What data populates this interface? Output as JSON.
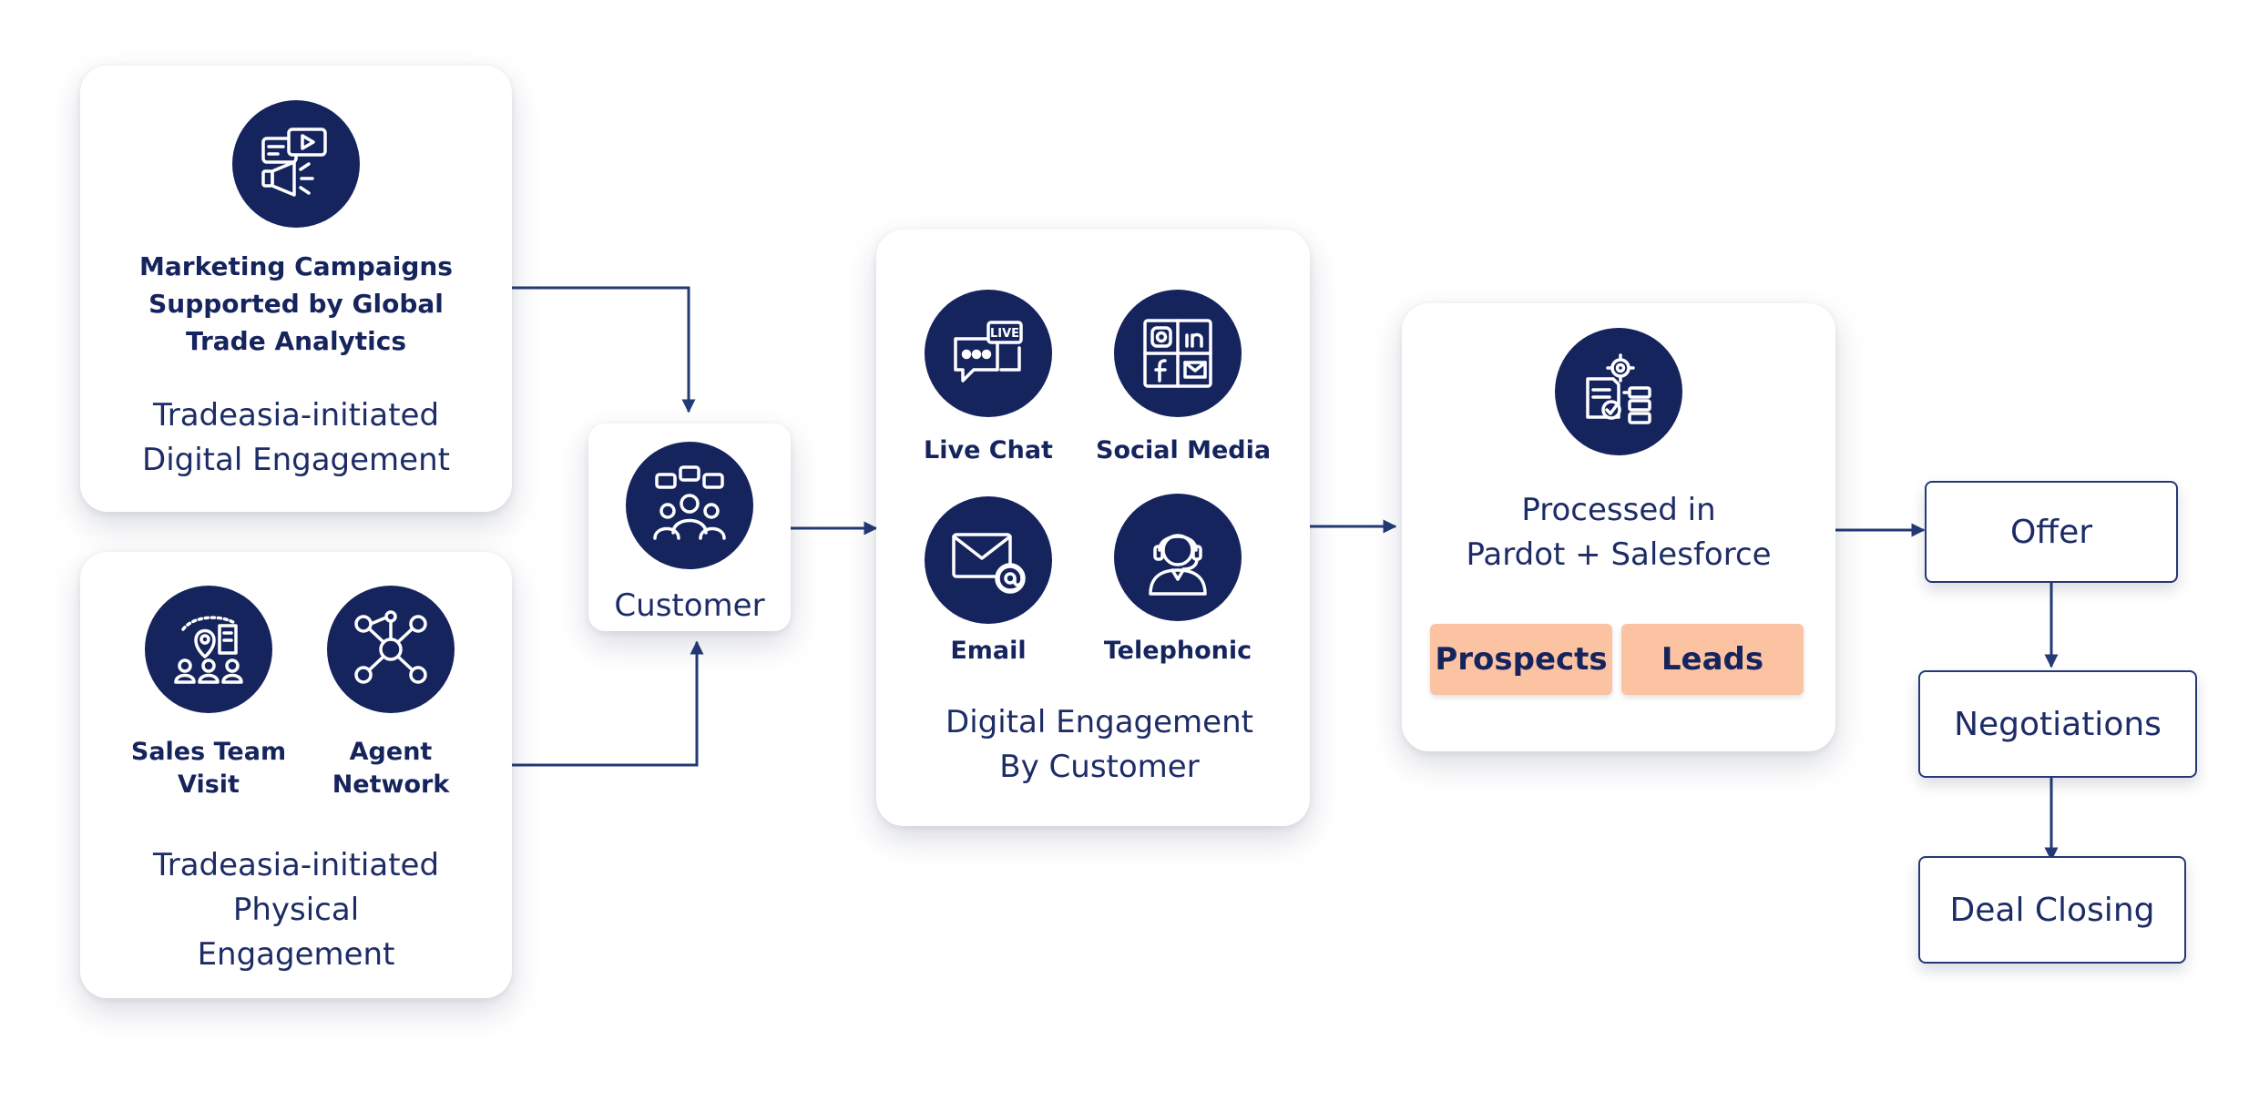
{
  "marketing": {
    "title_lines": [
      "Marketing Campaigns",
      "Supported by Global",
      "Trade Analytics"
    ],
    "caption_lines": [
      "Tradeasia-initiated",
      "Digital Engagement"
    ],
    "icon": "megaphone-video-chat-icon"
  },
  "physical": {
    "items": [
      {
        "label_lines": [
          "Sales Team",
          "Visit"
        ],
        "icon": "location-team-icon"
      },
      {
        "label_lines": [
          "Agent",
          "Network"
        ],
        "icon": "network-people-icon"
      }
    ],
    "caption_lines": [
      "Tradeasia-initiated",
      "Physical",
      "Engagement"
    ]
  },
  "customer": {
    "label": "Customer",
    "icon": "customer-group-icon"
  },
  "channels": {
    "items": [
      {
        "label": "Live Chat",
        "icon": "live-chat-icon"
      },
      {
        "label": "Social Media",
        "icon": "social-media-icon"
      },
      {
        "label": "Email",
        "icon": "email-icon"
      },
      {
        "label": "Telephonic",
        "icon": "headset-agent-icon"
      }
    ],
    "caption_lines": [
      "Digital Engagement",
      "By Customer"
    ]
  },
  "crm": {
    "caption_lines": [
      "Processed in",
      "Pardot + Salesforce"
    ],
    "tags": [
      "Prospects",
      "Leads"
    ],
    "icon": "crm-process-icon"
  },
  "pipeline": {
    "steps": [
      "Offer",
      "Negotiations",
      "Deal Closing"
    ]
  },
  "colors": {
    "navy": "#16245e",
    "line": "#233a76",
    "tag": "#fbc3a2",
    "background": "#ffffff"
  }
}
